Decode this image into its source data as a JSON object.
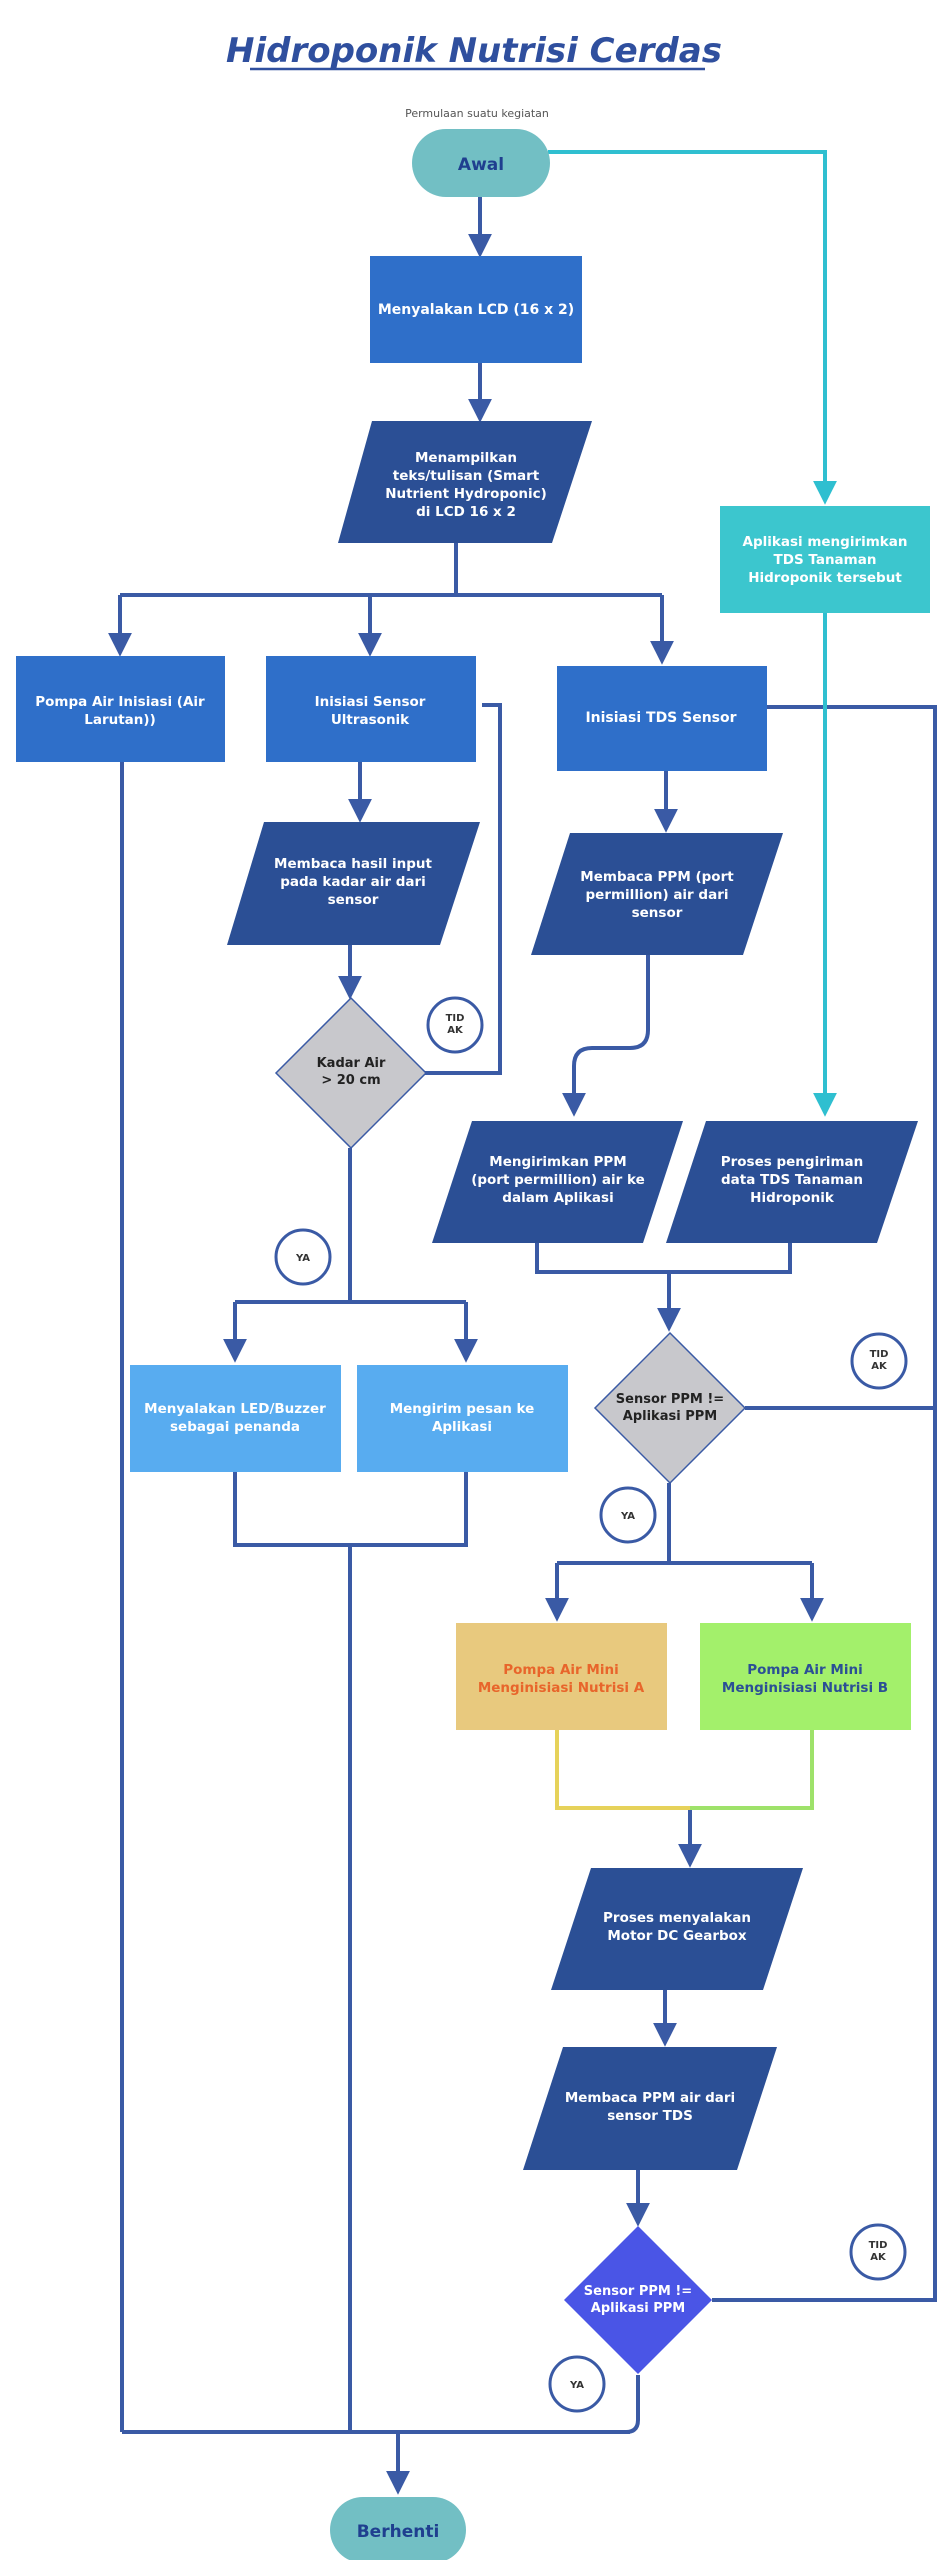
{
  "title": "Hidroponik Nutrisi Cerdas",
  "start_note": "Permulaan suatu kegiatan",
  "colors": {
    "title": "#2f4f9e",
    "terminal": "#72bfc4",
    "terminal_text": "#1f3f8f",
    "process_blue": "#2f6fc9",
    "io_navy": "#2b4f95",
    "light_blue": "#58acf0",
    "teal": "#3cc6ce",
    "decision_gray": "#c8c8cc",
    "decision_violet": "#4a55e6",
    "pump_a": "#e8c97e",
    "pump_a_text": "#e8652b",
    "pump_b": "#a3f06b",
    "pump_b_text": "#2b4f95",
    "line": "#3a5aa5",
    "line_teal": "#2fbfd0",
    "line_yellow": "#e6d25a",
    "line_green": "#9ee26a"
  },
  "nodes": {
    "start": "Awal",
    "lcd_on": "Menyalakan LCD (16 x 2)",
    "display_text": [
      "Menampilkan",
      "teks/tulisan (Smart",
      "Nutrient Hydroponic)",
      "di LCD 16 x 2"
    ],
    "pump_init": [
      "Pompa Air Inisiasi (Air",
      "Larutan))"
    ],
    "ultra_init": [
      "Inisiasi Sensor",
      "Ultrasonik"
    ],
    "tds_init": "Inisiasi TDS Sensor",
    "app_send": [
      "Aplikasi mengirimkan",
      "TDS Tanaman",
      "Hidroponik tersebut"
    ],
    "read_water": [
      "Membaca hasil input",
      "pada kadar air dari",
      "sensor"
    ],
    "read_ppm": [
      "Membaca PPM (port",
      "permillion) air dari",
      "sensor"
    ],
    "decision_water": [
      "Kadar Air",
      "> 20 cm"
    ],
    "send_ppm": [
      "Mengirimkan PPM",
      "(port permillion) air ke",
      "dalam Aplikasi"
    ],
    "process_tds": [
      "Proses pengiriman",
      "data TDS Tanaman",
      "Hidroponik"
    ],
    "led_buzzer": [
      "Menyalakan LED/Buzzer",
      "sebagai penanda"
    ],
    "send_message": [
      "Mengirim pesan ke",
      "Aplikasi"
    ],
    "decision_ppm1": [
      "Sensor PPM !=",
      "Aplikasi PPM"
    ],
    "pump_a": [
      "Pompa Air Mini",
      "Menginisiasi Nutrisi A"
    ],
    "pump_b": [
      "Pompa Air Mini",
      "Menginisiasi Nutrisi B"
    ],
    "motor": [
      "Proses menyalakan",
      "Motor DC Gearbox"
    ],
    "read_ppm_tds": [
      "Membaca PPM air dari",
      "sensor TDS"
    ],
    "decision_ppm2": [
      "Sensor PPM !=",
      "Aplikasi PPM"
    ],
    "end": "Berhenti"
  },
  "labels": {
    "tidak": [
      "TID",
      "AK"
    ],
    "ya": "YA"
  }
}
